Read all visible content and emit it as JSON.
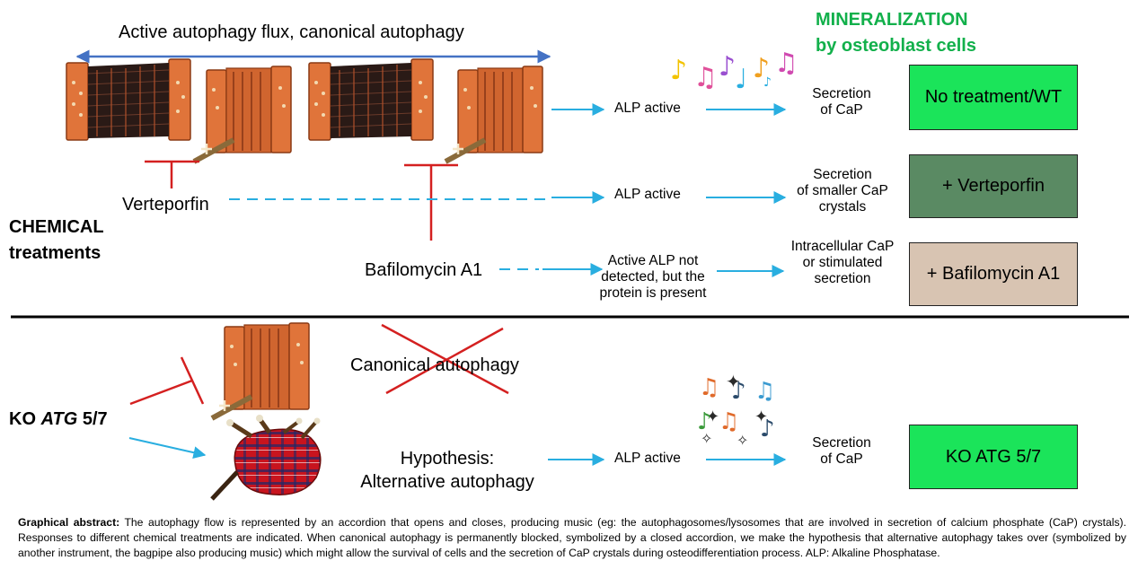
{
  "header": {
    "flux_label": "Active autophagy flux, canonical autophagy",
    "mineralization_line1": "MINERALIZATION",
    "mineralization_line2": "by osteoblast cells"
  },
  "chemical": {
    "group_line1": "CHEMICAL",
    "group_line2": "treatments",
    "verteporfin": "Verteporfin",
    "bafilomycin": "Bafilomycin A1"
  },
  "rows": [
    {
      "alp": [
        "ALP active"
      ],
      "secretion": [
        "Secretion",
        "of CaP"
      ],
      "condition": "No treatment/WT",
      "color": "#1be45a"
    },
    {
      "alp": [
        "ALP active"
      ],
      "secretion": [
        "Secretion",
        "of smaller CaP",
        "crystals"
      ],
      "condition": "+ Verteporfin",
      "color": "#5a8a63"
    },
    {
      "alp": [
        "Active ALP not",
        "detected, but the",
        "protein is present"
      ],
      "secretion": [
        "Intracellular CaP",
        "or stimulated",
        "secretion"
      ],
      "condition": "+ Bafilomycin A1",
      "color": "#d8c4b2"
    }
  ],
  "ko": {
    "group_label_prefix": "KO ",
    "group_label_gene": "ATG",
    "group_label_suffix": " 5/7",
    "canonical": "Canonical autophagy",
    "hypothesis_line1": "Hypothesis:",
    "hypothesis_line2": "Alternative autophagy",
    "alp": "ALP active",
    "secretion": [
      "Secretion",
      "of CaP"
    ],
    "condition": "KO ATG 5/7",
    "color": "#1be45a"
  },
  "caption": {
    "lead": "Graphical abstract:",
    "text": " The autophagy flow is represented by an accordion that opens and closes, producing music (eg: the autophagosomes/lysosomes that are involved in secretion of calcium phosphate (CaP) crystals). Responses to different chemical treatments are indicated. When canonical autophagy is permanently blocked, symbolized by a closed accordion, we make the hypothesis that alternative autophagy takes over (symbolized by another instrument, the bagpipe also producing music) which might allow the survival of cells and the secretion of CaP crystals during osteodifferentiation process. ALP: Alkaline Phosphatase."
  },
  "colors": {
    "arrow_blue": "#29aee0",
    "flux_blue": "#4472c4",
    "inhibit_red": "#d42020",
    "accordion_orange": "#e0743a",
    "bagpipe_red": "#c8141e"
  },
  "icons": [
    "accordion-open-icon",
    "accordion-closed-icon",
    "bagpipe-icon",
    "music-notes-icon"
  ]
}
